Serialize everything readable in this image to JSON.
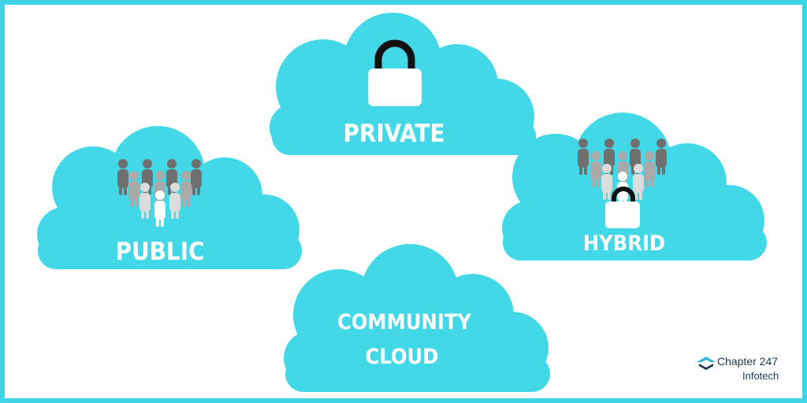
{
  "clouds": {
    "private": {
      "label": "PRIVATE"
    },
    "public": {
      "label": "PUBLIC"
    },
    "hybrid": {
      "label": "HYBRID"
    },
    "community": {
      "label_line1": "COMMUNITY",
      "label_line2": "CLOUD"
    }
  },
  "logo": {
    "name": "Chapter 247",
    "sub": "Infotech"
  },
  "colors": {
    "border": "#3fd3e6",
    "cloud": "#43d8e8",
    "label": "#ffffff",
    "lock_shackle": "#111111",
    "lock_body": "#ffffff",
    "people_dark": "#6f6f6f",
    "people_mid": "#a9a9a9",
    "people_light": "#dcdcdc",
    "logo_text": "#1e3650",
    "logo_icon": "#2bb6d8"
  },
  "icons": {
    "private": "lock-icon",
    "public": "people-group-icon",
    "hybrid": "people-group-with-lock-icon",
    "logo": "chapter247-logo-icon"
  }
}
